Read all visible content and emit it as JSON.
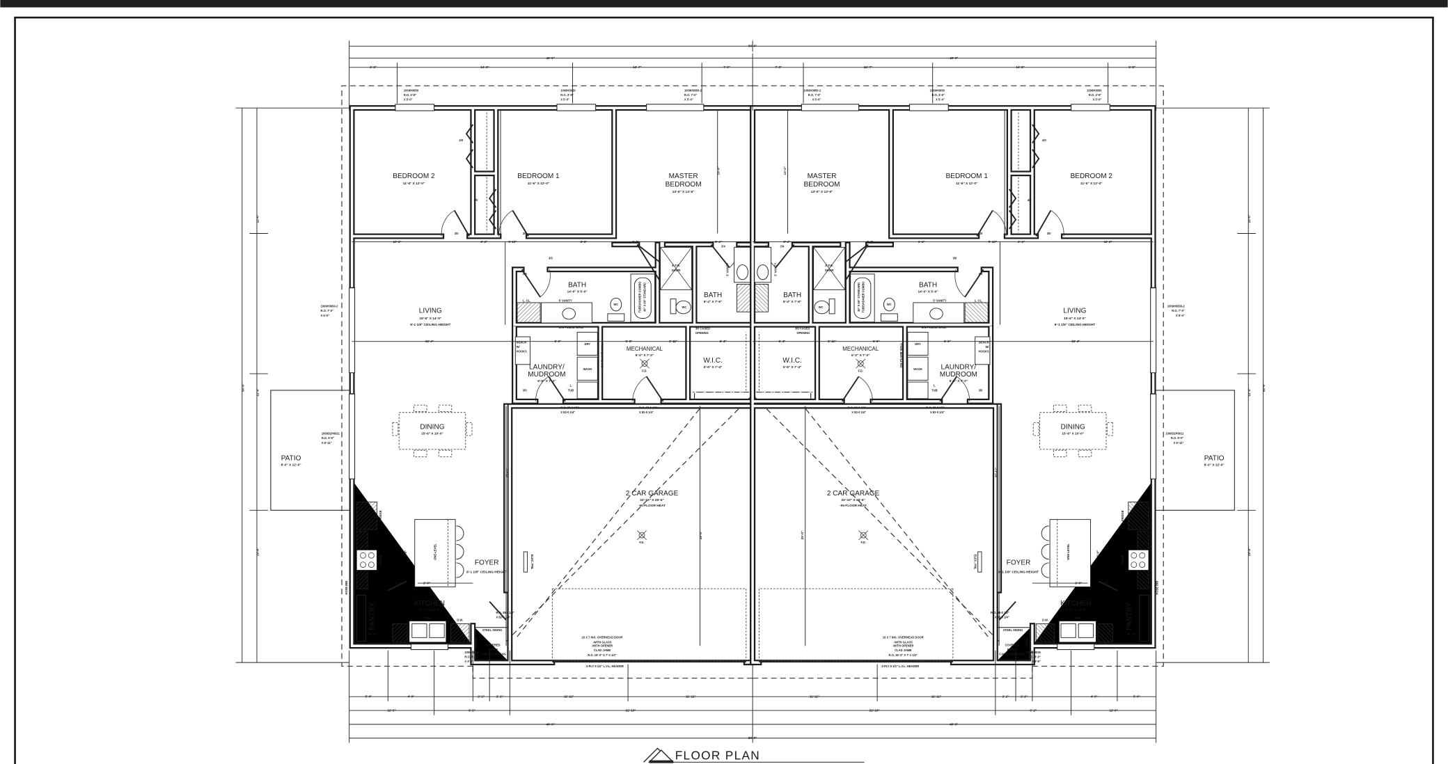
{
  "title": "FLOOR PLAN",
  "rooms": {
    "bedroom2": {
      "name": "BEDROOM 2",
      "size": "11'-6\" X 12'-0\""
    },
    "bedroom1": {
      "name": "BEDROOM 1",
      "size": "11'-6\" X 12'-0\""
    },
    "master": {
      "name1": "MASTER",
      "name2": "BEDROOM",
      "size": "13'-0\" X 13'-6\""
    },
    "living": {
      "name": "LIVING",
      "size": "15'-6\" X 14'-0\"",
      "note": "8'-1 1/8\" CEILING HEIGHT"
    },
    "bath_main": {
      "name": "BATH",
      "size": "14'-0\" X 5'-0\""
    },
    "bath_master": {
      "name": "BATH",
      "size": "8'-4\" X 7'-6\""
    },
    "mechanical": {
      "name": "MECHANICAL",
      "size": "6'-2\" X 7'-2\"",
      "drain": "F.D."
    },
    "laundry": {
      "name1": "LAUNDRY/",
      "name2": "MUDROOM",
      "size": "6'-6\" X 7'-2\""
    },
    "wic": {
      "name": "W.I.C.",
      "size": "5'-6\" X 7'-4\""
    },
    "dining": {
      "name": "DINING",
      "size": "15'-6\" X 10'-0\""
    },
    "patio": {
      "name": "PATIO",
      "size": "8'-0\" X 12'-0\""
    },
    "garage": {
      "name": "2 CAR GARAGE",
      "size": "22'-10\" X 25'-6\"",
      "note": "-IN-FLOOR HEAT",
      "drain": "F.D."
    },
    "foyer": {
      "name": "FOYER",
      "note": "8'-1 1/8\" CEILING HEIGHT"
    },
    "kitchen": {
      "name": "KITCHEN",
      "size": "11'-0\" X 14'-0\""
    },
    "pantry": {
      "name": "PANTRY"
    }
  },
  "windows": {
    "bed": {
      "code": "1009H3650",
      "ro": "R.O. 3'-6\"",
      "h": "X 5'-0\""
    },
    "master": {
      "code": "1009H3650-2",
      "ro": "R.O. 7'-0\"",
      "h": "X 5'-0\""
    },
    "living": {
      "code": "1009H3650-2",
      "ro": "R.O. 7'-0\"",
      "h": "X 5'-0\""
    },
    "patio_door": {
      "code": "1000D2P6011",
      "ro": "R.O. 6'-0\"",
      "h": "X 6'-11\""
    },
    "kitchen": {
      "code": "1009H3036",
      "ro": "R.O. 3'-0\"",
      "h": "X 3'-6\""
    }
  },
  "doors": {
    "ro1": "R.O. 38-0 1/2\"",
    "ro2": "X 82-0 1/4\"",
    "d40": "4/0",
    "d30": "3/0",
    "d26": "2/6",
    "d24": "2/4",
    "cased1": "3/0 CASED",
    "cased2": "OPENING"
  },
  "garage_door": {
    "l1": "16 X 7 INS. OVERHEAD DOOR",
    "l2": "-WITH GLASS",
    "l3": "-WITH OPENER",
    "l4": "CLAD JAMB",
    "l5": "R.O. 16'-3\" X 7'-1 1/2\"",
    "header": "2-PLY 9 1/2\" L.V.L. HEADER"
  },
  "notes": {
    "lcl": "L. CL.",
    "vanity5": "5' VANITY",
    "vanity": "5' VANITY",
    "plumb": "2X6 PLUMB WALL",
    "bench1": "BENCH",
    "bench2": "W/",
    "bench3": "HOOKS",
    "tub1": "TUB/SHOWER COMBO",
    "tub2": "30\" X 60\" STANDARD",
    "shower1": "4' F.G.",
    "shower2": "SHWR",
    "wc": "WC",
    "lt1": "L",
    "lt2": "TUB",
    "dry": "DRY",
    "wash": "WASH",
    "sink": "SINK",
    "dw": "D.W.",
    "fridge": "FRIDGE",
    "range": "RANGE",
    "onelevel": "ONE-LEVEL",
    "elec": "ELEC. PNL",
    "hose": "HOSE BIB",
    "steel": "STEEL SIDING",
    "stone": "STONE",
    "cov1": "COVERED",
    "cov2": "ENTRY",
    "cov3": "CANT. OVERHANG"
  },
  "dims": {
    "overall": "80'-0\"",
    "half": "40'-0\"",
    "top_left": [
      "6'-3\"",
      "14'-2\"",
      "12'-7\"",
      "7'-0\""
    ],
    "top_right": [
      "7'-0\"",
      "12'-7\"",
      "14'-8\"",
      "5'-8\""
    ],
    "bottom_row1": [
      "5'-0\"",
      "4'-0\"",
      "2'-1\"",
      "2'-1\"",
      "11'-11\"",
      "11'-11\""
    ],
    "bottom_row2": [
      "12'-0\"",
      "6'-2\"",
      "22'-10\""
    ],
    "side_outer": "54'-0\"",
    "side_inner": [
      "22'-0\"",
      "12'-4\"",
      "19'-8\""
    ],
    "interior": [
      "12'-2\"",
      "2'-4\"",
      "5'-10\"",
      "6'-6\"",
      "4'-4\"",
      "8'-4\"",
      "16'-4\"",
      "6'-6\"",
      "5'-6\"",
      "2'-11\"",
      "6'-4\"",
      "25'-11\"",
      "25'-0\"",
      "14'-4\"",
      "4'-0\"",
      "2'-0\"",
      "4'-10\"",
      "6'-0\""
    ]
  }
}
